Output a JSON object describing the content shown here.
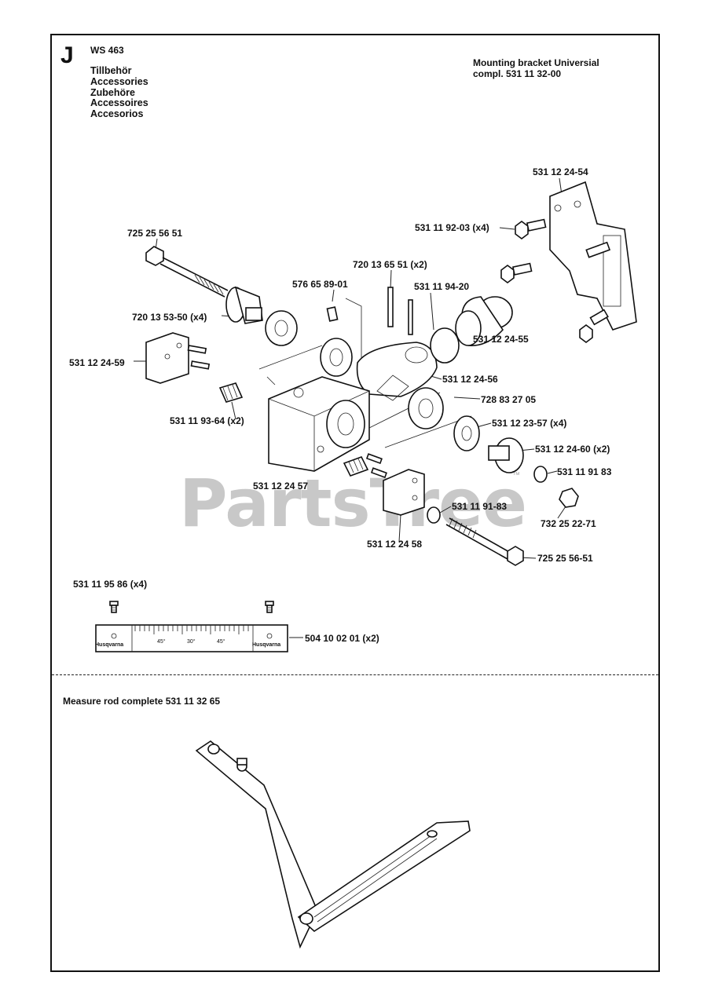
{
  "header": {
    "section_letter": "J",
    "model": "WS 463",
    "titles": [
      "Tillbehör",
      "Accessories",
      "Zubehöre",
      "Accessoires",
      "Accesorios"
    ]
  },
  "kit": {
    "line1": "Mounting bracket Universial",
    "line2": "compl. 531 11 32-00"
  },
  "watermark": {
    "text": "PartsTree",
    "tm": "™"
  },
  "part_labels": {
    "p1": "531 12 24-54",
    "p2": "531 11 92-03 (x4)",
    "p3": "725 25 56 51",
    "p4": "720 13 65 51 (x2)",
    "p5": "576 65 89-01",
    "p6": "531 11 94-20",
    "p7": "720 13 53-50 (x4)",
    "p8": "531 12 24-55",
    "p9": "531 12 24-59",
    "p10": "531 12 24-56",
    "p11": "728 83 27 05",
    "p12": "531 11 93-64 (x2)",
    "p13": "531 12 23-57 (x4)",
    "p14": "531 12 24-60 (x2)",
    "p15": "531 11 91 83",
    "p16": "531 12 24 57",
    "p17": "531 11 91-83",
    "p18": "732 25 22-71",
    "p19": "531 12 24 58",
    "p20": "725 25 56-51",
    "p21": "531 11 95 86 (x4)",
    "p22": "504 10 02 01 (x2)"
  },
  "scale_plate": {
    "brand": "Husqvarna",
    "angles": [
      "45°",
      "30°",
      "45°"
    ]
  },
  "measure_rod": {
    "title": "Measure rod complete 531 11 32 65"
  }
}
